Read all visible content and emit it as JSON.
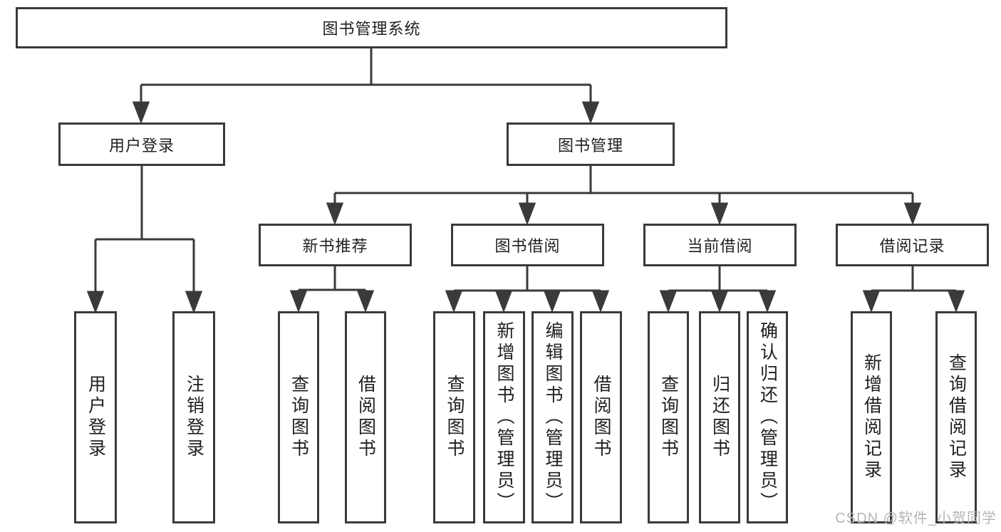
{
  "nodes": {
    "root": "图书管理系统",
    "level2": [
      "用户登录",
      "图书管理"
    ],
    "level3": [
      "新书推荐",
      "图书借阅",
      "当前借阅",
      "借阅记录"
    ],
    "leaves": [
      "用户登录",
      "注销登录",
      "查询图书",
      "借阅图书",
      "查询图书",
      "新增图书（管理员）",
      "编辑图书（管理员）",
      "借阅图书",
      "查询图书",
      "归还图书",
      "确认归还（管理员）",
      "新增借阅记录",
      "查询借阅记录"
    ]
  },
  "watermark": "CSDN @软件_小贺同学",
  "colors": {
    "line": "#3a3a3a",
    "text": "#1f1f1f",
    "background": "#ffffff",
    "watermark": "#b5b5b5"
  }
}
